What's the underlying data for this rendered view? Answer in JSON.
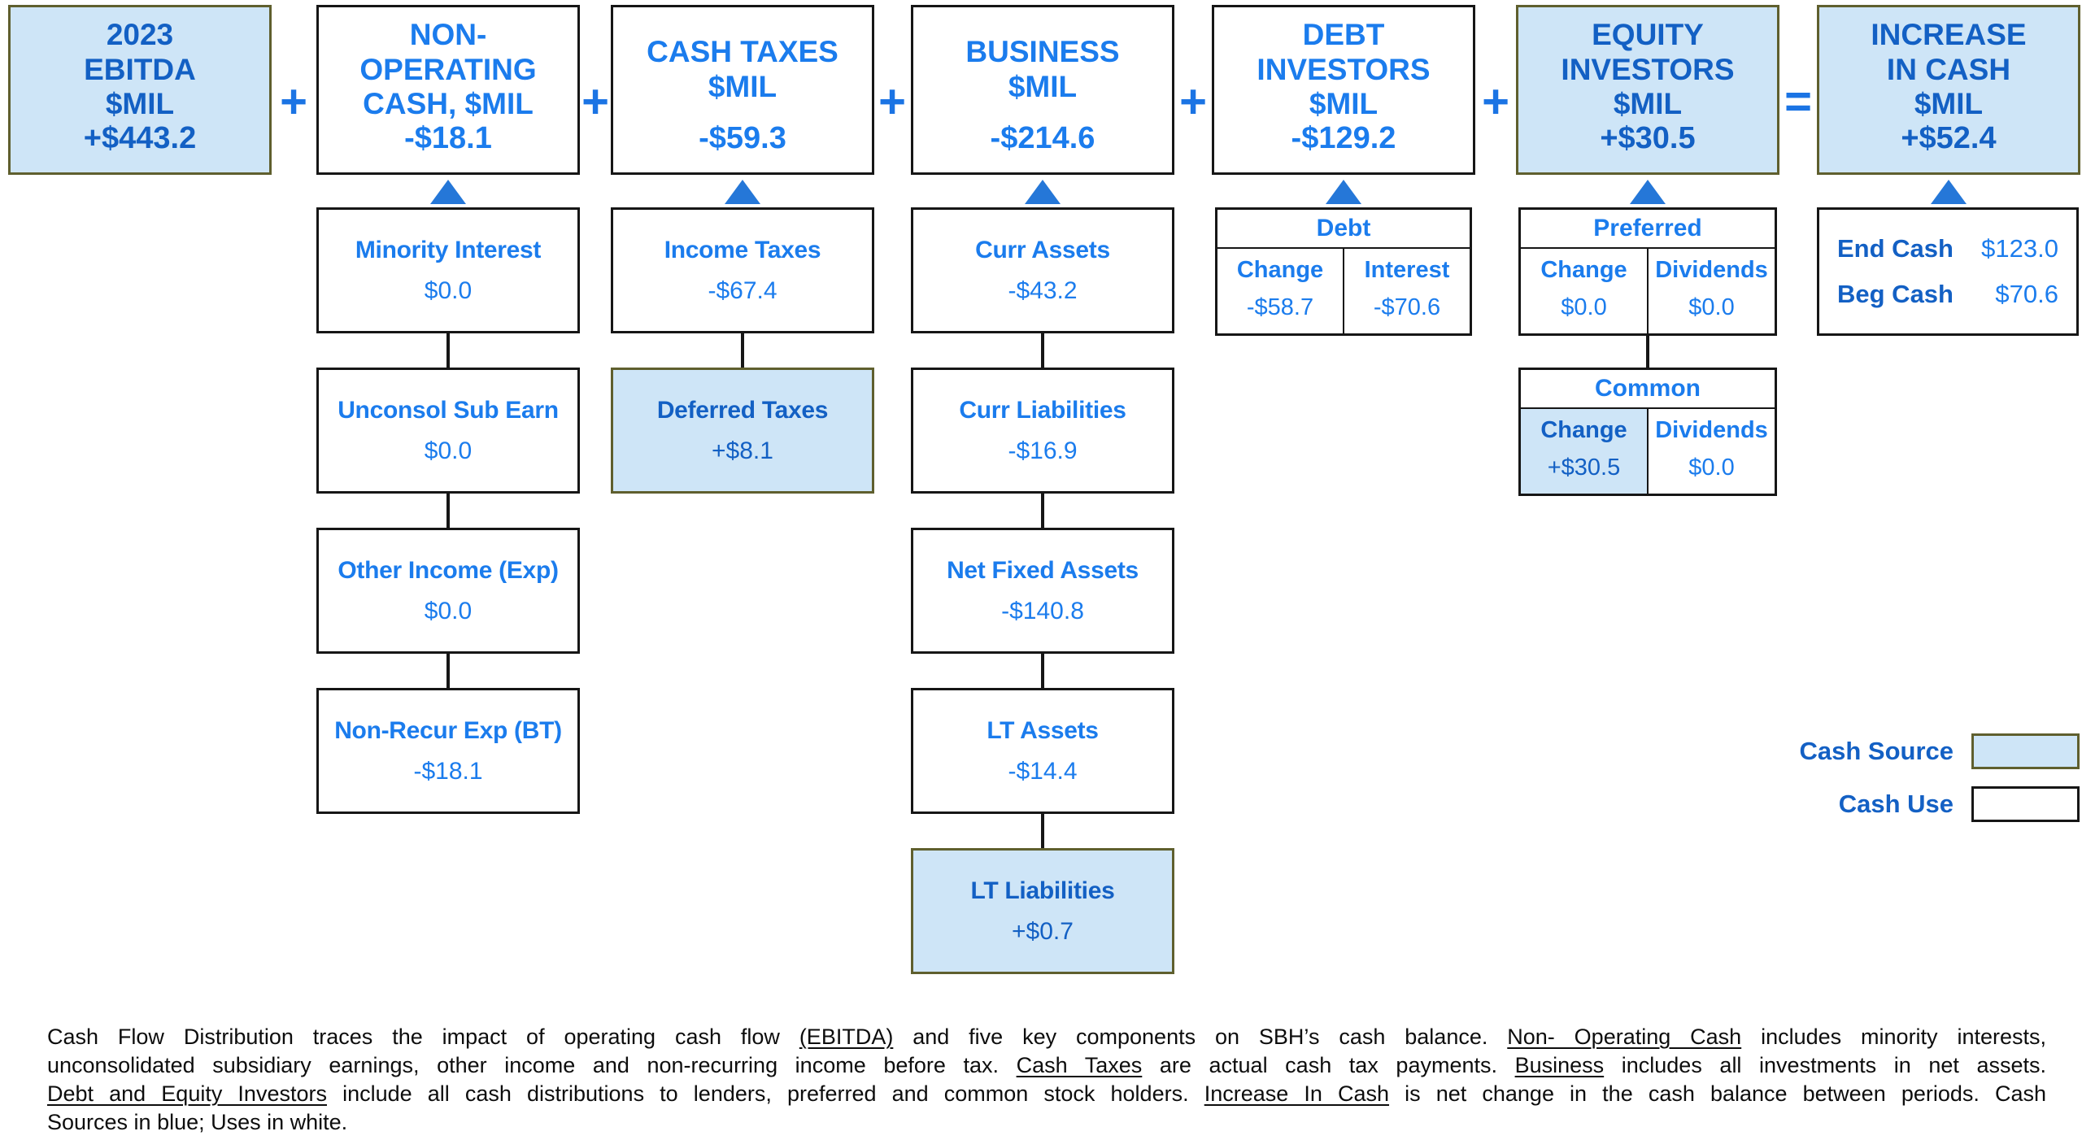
{
  "top_row": {
    "operators": [
      "+",
      "+",
      "+",
      "+",
      "+",
      "="
    ],
    "boxes": [
      {
        "title": "2023\nEBITDA\n$MIL",
        "value": "+$443.2",
        "fill": "source"
      },
      {
        "title": "NON-\nOPERATING\nCASH, $MIL",
        "value": "-$18.1",
        "fill": "use"
      },
      {
        "title": "CASH TAXES\n$MIL",
        "value": "-$59.3",
        "fill": "use"
      },
      {
        "title": "BUSINESS\n$MIL",
        "value": "-$214.6",
        "fill": "use"
      },
      {
        "title": "DEBT\nINVESTORS\n$MIL",
        "value": "-$129.2",
        "fill": "use"
      },
      {
        "title": "EQUITY\nINVESTORS\n$MIL",
        "value": "+$30.5",
        "fill": "source"
      },
      {
        "title": "INCREASE\nIN CASH\n$MIL",
        "value": "+$52.4",
        "fill": "source"
      }
    ]
  },
  "columns": {
    "non_operating": [
      {
        "label": "Minority Interest",
        "value": "$0.0",
        "fill": "use"
      },
      {
        "label": "Unconsol Sub Earn",
        "value": "$0.0",
        "fill": "use"
      },
      {
        "label": "Other Income (Exp)",
        "value": "$0.0",
        "fill": "use"
      },
      {
        "label": "Non-Recur Exp (BT)",
        "value": "-$18.1",
        "fill": "use"
      }
    ],
    "cash_taxes": [
      {
        "label": "Income Taxes",
        "value": "-$67.4",
        "fill": "use"
      },
      {
        "label": "Deferred Taxes",
        "value": "+$8.1",
        "fill": "source"
      }
    ],
    "business": [
      {
        "label": "Curr Assets",
        "value": "-$43.2",
        "fill": "use"
      },
      {
        "label": "Curr Liabilities",
        "value": "-$16.9",
        "fill": "use"
      },
      {
        "label": "Net Fixed Assets",
        "value": "-$140.8",
        "fill": "use"
      },
      {
        "label": "LT Assets",
        "value": "-$14.4",
        "fill": "use"
      },
      {
        "label": "LT Liabilities",
        "value": "+$0.7",
        "fill": "source"
      }
    ],
    "debt_investors": {
      "header": "Debt",
      "cells": [
        {
          "label": "Change",
          "value": "-$58.7",
          "fill": "use"
        },
        {
          "label": "Interest",
          "value": "-$70.6",
          "fill": "use"
        }
      ]
    },
    "equity_investors": [
      {
        "header": "Preferred",
        "cells": [
          {
            "label": "Change",
            "value": "$0.0",
            "fill": "use"
          },
          {
            "label": "Dividends",
            "value": "$0.0",
            "fill": "use"
          }
        ]
      },
      {
        "header": "Common",
        "cells": [
          {
            "label": "Change",
            "value": "+$30.5",
            "fill": "source"
          },
          {
            "label": "Dividends",
            "value": "$0.0",
            "fill": "use"
          }
        ]
      }
    ],
    "increase_in_cash": [
      {
        "label": "End Cash",
        "value": "$123.0"
      },
      {
        "label": "Beg Cash",
        "value": "$70.6"
      }
    ]
  },
  "legend": {
    "source_label": "Cash Source",
    "use_label": "Cash Use"
  },
  "colors": {
    "source_fill": "#cee5f7",
    "use_fill": "#ffffff",
    "text_bright_blue": "#1b7ced",
    "text_dark_blue": "#1360c4",
    "arrow_blue": "#2577d8",
    "border_black": "#161616",
    "source_border_olive": "#5f5f2e"
  },
  "footnote": {
    "lines": [
      [
        {
          "t": "Cash Flow Distribution traces the impact of operating cash flow ",
          "u": false
        },
        {
          "t": "(EBITDA)",
          "u": true
        },
        {
          "t": " and five key components on SBH’s cash balance.  ",
          "u": false
        },
        {
          "t": "Non- Operating Cash",
          "u": true
        },
        {
          "t": " includes minority interests,",
          "u": false
        }
      ],
      [
        {
          "t": "unconsolidated subsidiary earnings, other income and non-recurring income before tax.  ",
          "u": false
        },
        {
          "t": "Cash Taxes",
          "u": true
        },
        {
          "t": " are actual cash tax payments.  ",
          "u": false
        },
        {
          "t": "Business",
          "u": true
        },
        {
          "t": " includes all investments in net assets.",
          "u": false
        }
      ],
      [
        {
          "t": "Debt and Equity Investors",
          "u": true
        },
        {
          "t": " include all cash distributions to lenders, preferred and common stock holders.  ",
          "u": false
        },
        {
          "t": "Increase In Cash",
          "u": true
        },
        {
          "t": " is net change in the cash balance between periods.  Cash",
          "u": false
        }
      ],
      [
        {
          "t": "Sources in blue;  Uses in white.",
          "u": false
        }
      ]
    ]
  }
}
